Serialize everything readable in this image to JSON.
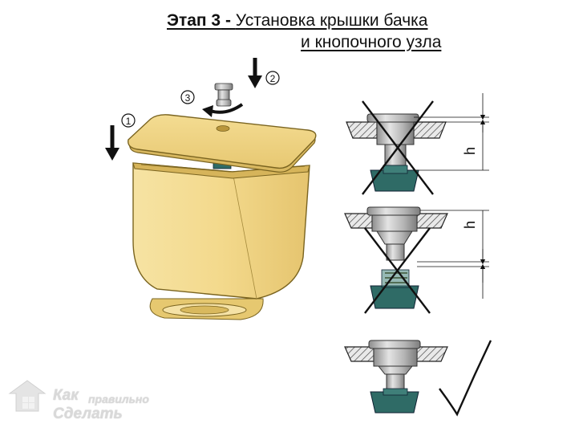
{
  "title": {
    "stage_label": "Этап 3",
    "dash": " - ",
    "line1": "Установка крышки бачка",
    "line2": "и кнопочного узла"
  },
  "steps": [
    "1",
    "2",
    "3"
  ],
  "dimension_label": "h",
  "watermark": {
    "word1": "Как",
    "word2": "правильно",
    "word3": "Сделать"
  },
  "colors": {
    "tank_fill": "#f3d98c",
    "tank_stroke": "#7a6420",
    "button_fill": "#2f6b66",
    "metal_fill": "#b9b9b9",
    "hatch": "#555555",
    "ink": "#111111"
  }
}
